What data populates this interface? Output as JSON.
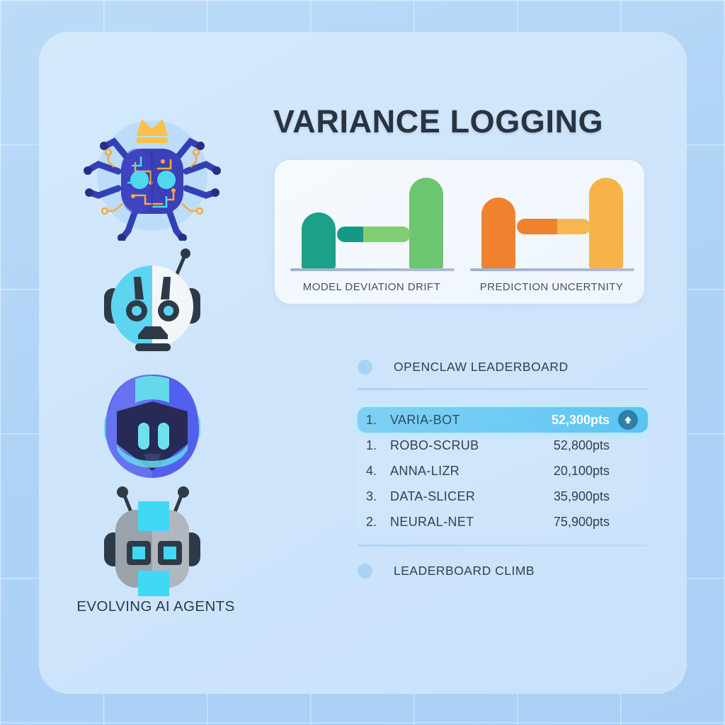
{
  "page": {
    "title": "VARIANCE LOGGING",
    "background_color": "#b4d7f7",
    "card_color": "#d0e6fb"
  },
  "agents": {
    "caption": "EVOLVING AI AGENTS",
    "items": [
      {
        "name": "crowned-circuit-spider-icon",
        "crown": true
      },
      {
        "name": "split-face-robot-icon",
        "crown": false
      },
      {
        "name": "helmet-robot-icon",
        "crown": false
      },
      {
        "name": "boxy-antenna-robot-icon",
        "crown": false
      }
    ]
  },
  "chart_data": {
    "type": "bar",
    "title": "VARIANCE LOGGING",
    "xlabel": "",
    "ylabel": "",
    "grid": false,
    "legend": "none",
    "groups": [
      {
        "label": "MODEL DEVIATION DRIFT",
        "categories": [
          "left",
          "right"
        ],
        "values": [
          62,
          100
        ],
        "colors": [
          "#1ba188",
          "#6cc56f"
        ],
        "connector": {
          "split": 0.36,
          "colors": [
            "#149a84",
            "#81cd74"
          ]
        }
      },
      {
        "label": "PREDICTION UNCERTNITY",
        "categories": [
          "left",
          "right"
        ],
        "values": [
          78,
          100
        ],
        "colors": [
          "#f0812f",
          "#f8b348"
        ],
        "connector": {
          "split": 0.55,
          "colors": [
            "#f0812f",
            "#f8b64f"
          ]
        }
      }
    ]
  },
  "leaderboard": {
    "heading": "OPENCLAW LEADERBOARD",
    "footer_heading": "LEADERBOARD CLIMB",
    "rows": [
      {
        "rank": "1.",
        "name": "VARIA-BOT",
        "score": "52,300pts",
        "leader": true,
        "trend": "up-arrow-icon"
      },
      {
        "rank": "1.",
        "name": "ROBO-SCRUB",
        "score": "52,800pts",
        "leader": false,
        "trend": ""
      },
      {
        "rank": "4.",
        "name": "ANNA-LIZR",
        "score": "20,100pts",
        "leader": false,
        "trend": ""
      },
      {
        "rank": "3.",
        "name": "DATA-SLICER",
        "score": "35,900pts",
        "leader": false,
        "trend": ""
      },
      {
        "rank": "2.",
        "name": "NEURAL-NET",
        "score": "75,900pts",
        "leader": false,
        "trend": ""
      }
    ]
  }
}
